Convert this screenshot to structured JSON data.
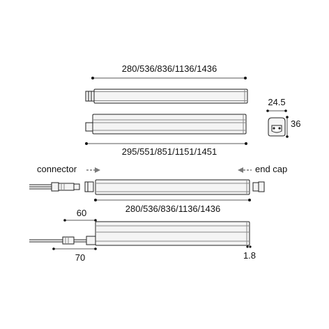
{
  "labels": {
    "top_length": "280/536/836/1136/1436",
    "total_length": "295/551/851/1151/1451",
    "width": "24.5",
    "height": "36",
    "connector": "connector",
    "end_cap": "end cap",
    "mid_length": "280/536/836/1136/1436",
    "connector_length_60": "60",
    "connector_length_70": "70",
    "end_gap": "1.8"
  },
  "colors": {
    "line": "#222222",
    "light": "#888888",
    "fill": "#f4f4f4",
    "arrow": "#7a7a7a"
  }
}
